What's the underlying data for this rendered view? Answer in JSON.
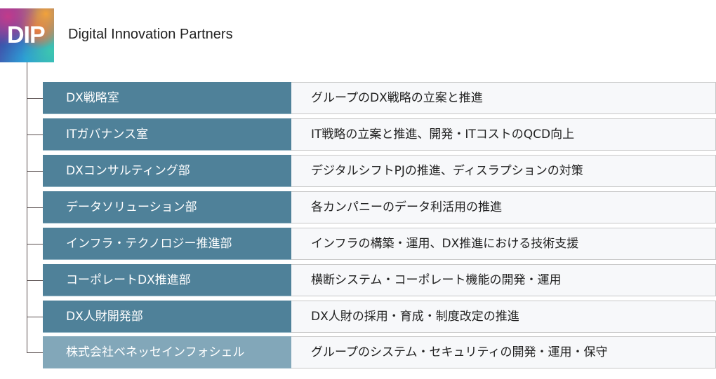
{
  "header": {
    "logo_text": "DIP",
    "title": "Digital Innovation Partners"
  },
  "colors": {
    "dept_primary": "#4f8199",
    "dept_subsidiary": "#82a7b9",
    "desc_background": "#f7f8fa",
    "connector": "#5a5050"
  },
  "org": [
    {
      "name": "DX戦略室",
      "description": "グループのDX戦略の立案と推進"
    },
    {
      "name": "ITガバナンス室",
      "description": "IT戦略の立案と推進、開発・ITコストのQCD向上"
    },
    {
      "name": "DXコンサルティング部",
      "description": "デジタルシフトPJの推進、ディスラプションの対策"
    },
    {
      "name": "データソリューション部",
      "description": "各カンパニーのデータ利活用の推進"
    },
    {
      "name": "インフラ・テクノロジー推進部",
      "description": "インフラの構築・運用、DX推進における技術支援"
    },
    {
      "name": "コーポレートDX推進部",
      "description": "横断システム・コーポレート機能の開発・運用"
    },
    {
      "name": "DX人財開発部",
      "description": "DX人財の採用・育成・制度改定の推進"
    },
    {
      "name": "株式会社ベネッセインフォシェル",
      "description": "グループのシステム・セキュリティの開発・運用・保守"
    }
  ]
}
